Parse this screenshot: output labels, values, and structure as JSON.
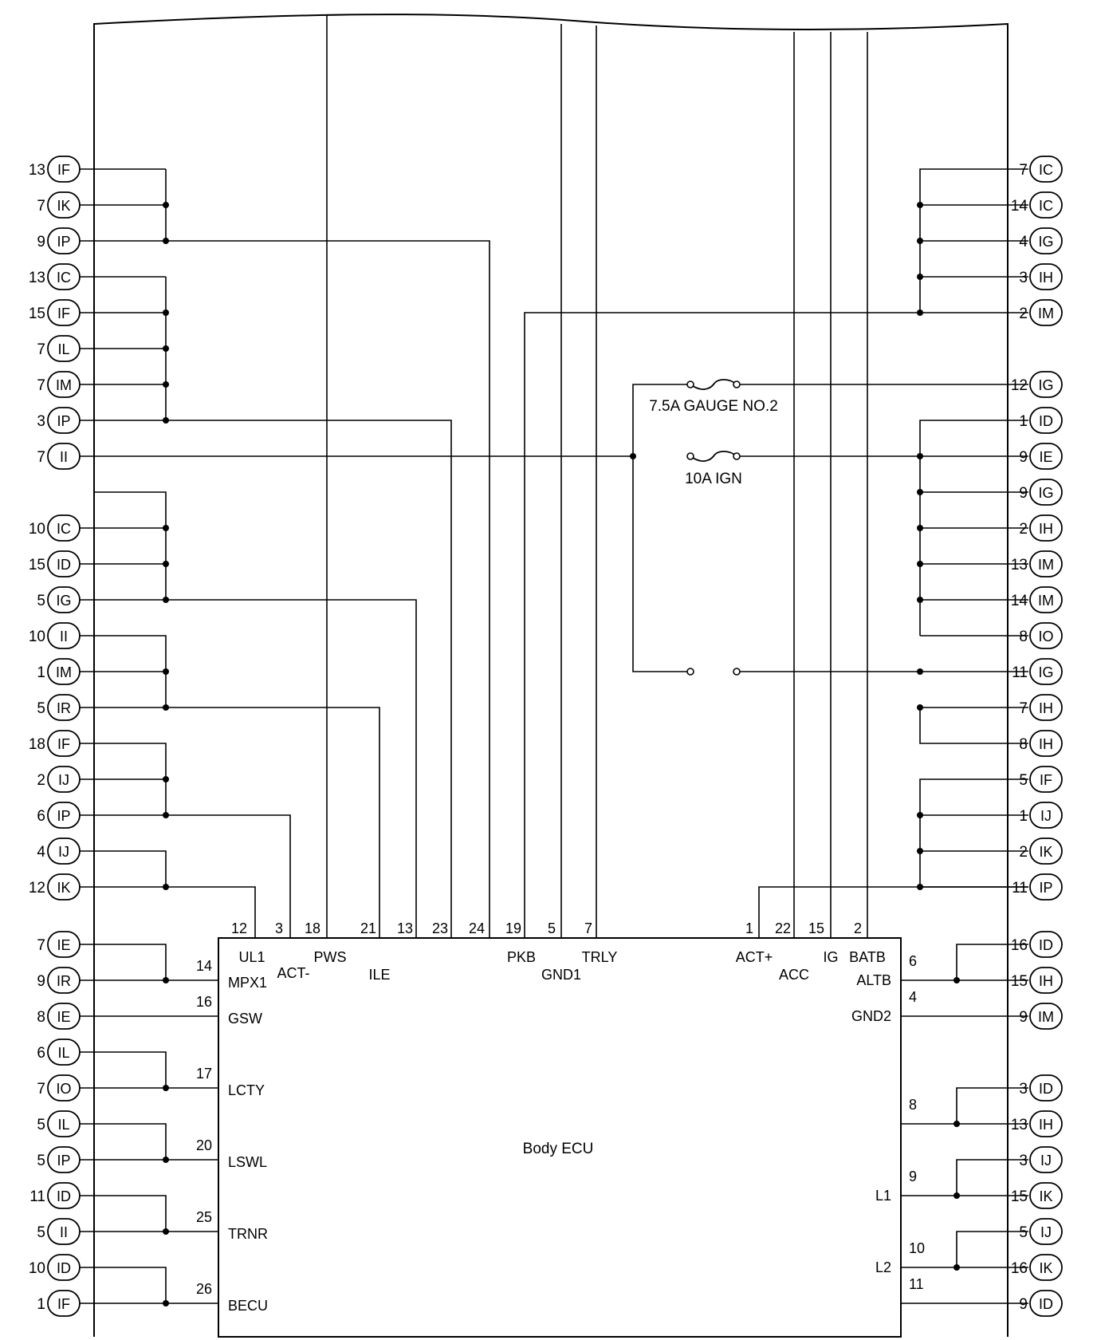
{
  "ecu": {
    "name": "Body ECU"
  },
  "fuses": [
    {
      "label": "7.5A GAUGE NO.2"
    },
    {
      "label": "10A IGN"
    }
  ],
  "left_connectors": [
    {
      "pin": "13",
      "code": "IF"
    },
    {
      "pin": "7",
      "code": "IK"
    },
    {
      "pin": "9",
      "code": "IP"
    },
    {
      "pin": "13",
      "code": "IC"
    },
    {
      "pin": "15",
      "code": "IF"
    },
    {
      "pin": "7",
      "code": "IL"
    },
    {
      "pin": "7",
      "code": "IM"
    },
    {
      "pin": "3",
      "code": "IP"
    },
    {
      "pin": "7",
      "code": "II"
    },
    {
      "pin": "10",
      "code": "IC"
    },
    {
      "pin": "15",
      "code": "ID"
    },
    {
      "pin": "5",
      "code": "IG"
    },
    {
      "pin": "10",
      "code": "II"
    },
    {
      "pin": "1",
      "code": "IM"
    },
    {
      "pin": "5",
      "code": "IR"
    },
    {
      "pin": "18",
      "code": "IF"
    },
    {
      "pin": "2",
      "code": "IJ"
    },
    {
      "pin": "6",
      "code": "IP"
    },
    {
      "pin": "4",
      "code": "IJ"
    },
    {
      "pin": "12",
      "code": "IK"
    },
    {
      "pin": "7",
      "code": "IE"
    },
    {
      "pin": "9",
      "code": "IR"
    },
    {
      "pin": "8",
      "code": "IE"
    },
    {
      "pin": "6",
      "code": "IL"
    },
    {
      "pin": "7",
      "code": "IO"
    },
    {
      "pin": "5",
      "code": "IL"
    },
    {
      "pin": "5",
      "code": "IP"
    },
    {
      "pin": "11",
      "code": "ID"
    },
    {
      "pin": "5",
      "code": "II"
    },
    {
      "pin": "10",
      "code": "ID"
    },
    {
      "pin": "1",
      "code": "IF"
    }
  ],
  "right_connectors": [
    {
      "pin": "7",
      "code": "IC"
    },
    {
      "pin": "14",
      "code": "IC"
    },
    {
      "pin": "4",
      "code": "IG"
    },
    {
      "pin": "3",
      "code": "IH"
    },
    {
      "pin": "2",
      "code": "IM"
    },
    {
      "pin": "12",
      "code": "IG"
    },
    {
      "pin": "1",
      "code": "ID"
    },
    {
      "pin": "9",
      "code": "IE"
    },
    {
      "pin": "9",
      "code": "IG"
    },
    {
      "pin": "2",
      "code": "IH"
    },
    {
      "pin": "13",
      "code": "IM"
    },
    {
      "pin": "14",
      "code": "IM"
    },
    {
      "pin": "8",
      "code": "IO"
    },
    {
      "pin": "11",
      "code": "IG"
    },
    {
      "pin": "7",
      "code": "IH"
    },
    {
      "pin": "8",
      "code": "IH"
    },
    {
      "pin": "5",
      "code": "IF"
    },
    {
      "pin": "1",
      "code": "IJ"
    },
    {
      "pin": "2",
      "code": "IK"
    },
    {
      "pin": "11",
      "code": "IP"
    },
    {
      "pin": "16",
      "code": "ID"
    },
    {
      "pin": "15",
      "code": "IH"
    },
    {
      "pin": "9",
      "code": "IM"
    },
    {
      "pin": "3",
      "code": "ID"
    },
    {
      "pin": "13",
      "code": "IH"
    },
    {
      "pin": "3",
      "code": "IJ"
    },
    {
      "pin": "15",
      "code": "IK"
    },
    {
      "pin": "5",
      "code": "IJ"
    },
    {
      "pin": "16",
      "code": "IK"
    },
    {
      "pin": "9",
      "code": "ID"
    }
  ],
  "top_pins": [
    {
      "num": "12",
      "label": "UL1"
    },
    {
      "num": "3",
      "label": "ACT-"
    },
    {
      "num": "18",
      "label": "PWS"
    },
    {
      "num": "21",
      "label": "ILE"
    },
    {
      "num": "13",
      "label": ""
    },
    {
      "num": "23",
      "label": ""
    },
    {
      "num": "24",
      "label": ""
    },
    {
      "num": "19",
      "label": "PKB"
    },
    {
      "num": "5",
      "label": "GND1"
    },
    {
      "num": "7",
      "label": "TRLY"
    },
    {
      "num": "1",
      "label": "ACT+"
    },
    {
      "num": "22",
      "label": "ACC"
    },
    {
      "num": "15",
      "label": "IG"
    },
    {
      "num": "2",
      "label": "BATB"
    }
  ],
  "left_pins": [
    {
      "num": "14",
      "label": "MPX1"
    },
    {
      "num": "16",
      "label": "GSW"
    },
    {
      "num": "17",
      "label": "LCTY"
    },
    {
      "num": "20",
      "label": "LSWL"
    },
    {
      "num": "25",
      "label": "TRNR"
    },
    {
      "num": "26",
      "label": "BECU"
    }
  ],
  "right_pins": [
    {
      "num": "6",
      "label": "ALTB"
    },
    {
      "num": "4",
      "label": "GND2"
    },
    {
      "num": "8",
      "label": ""
    },
    {
      "num": "9",
      "label": "L1"
    },
    {
      "num": "10",
      "label": "L2"
    },
    {
      "num": "11",
      "label": ""
    }
  ]
}
